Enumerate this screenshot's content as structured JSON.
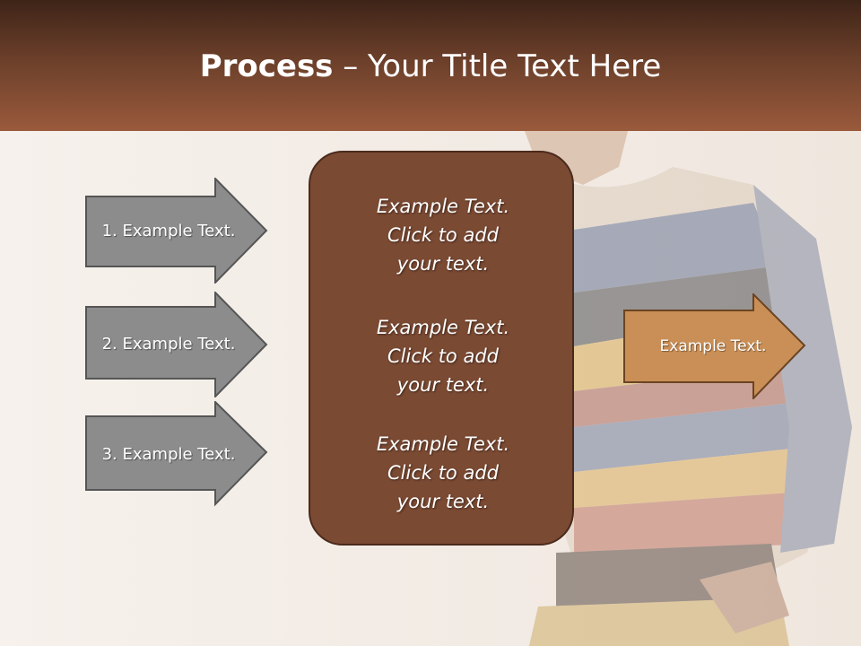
{
  "header": {
    "title_bold": "Process",
    "title_rest": " – Your Title Text Here"
  },
  "left_arrows": [
    {
      "label": "1. Example Text."
    },
    {
      "label": "2. Example Text."
    },
    {
      "label": "3. Example Text."
    }
  ],
  "center_box": {
    "blocks": [
      {
        "line1": "Example Text.",
        "line2": "Click  to add",
        "line3": "your text."
      },
      {
        "line1": "Example Text.",
        "line2": "Click  to add",
        "line3": "your text."
      },
      {
        "line1": "Example Text.",
        "line2": "Click  to add",
        "line3": "your text."
      }
    ]
  },
  "right_arrow": {
    "label": "Example Text."
  },
  "colors": {
    "header_dark": "#3e2418",
    "header_light": "#9a5a3c",
    "center_box": "#7b4a33",
    "left_arrow_fill": "#8c8c8c",
    "right_arrow_fill": "#c98f57"
  }
}
